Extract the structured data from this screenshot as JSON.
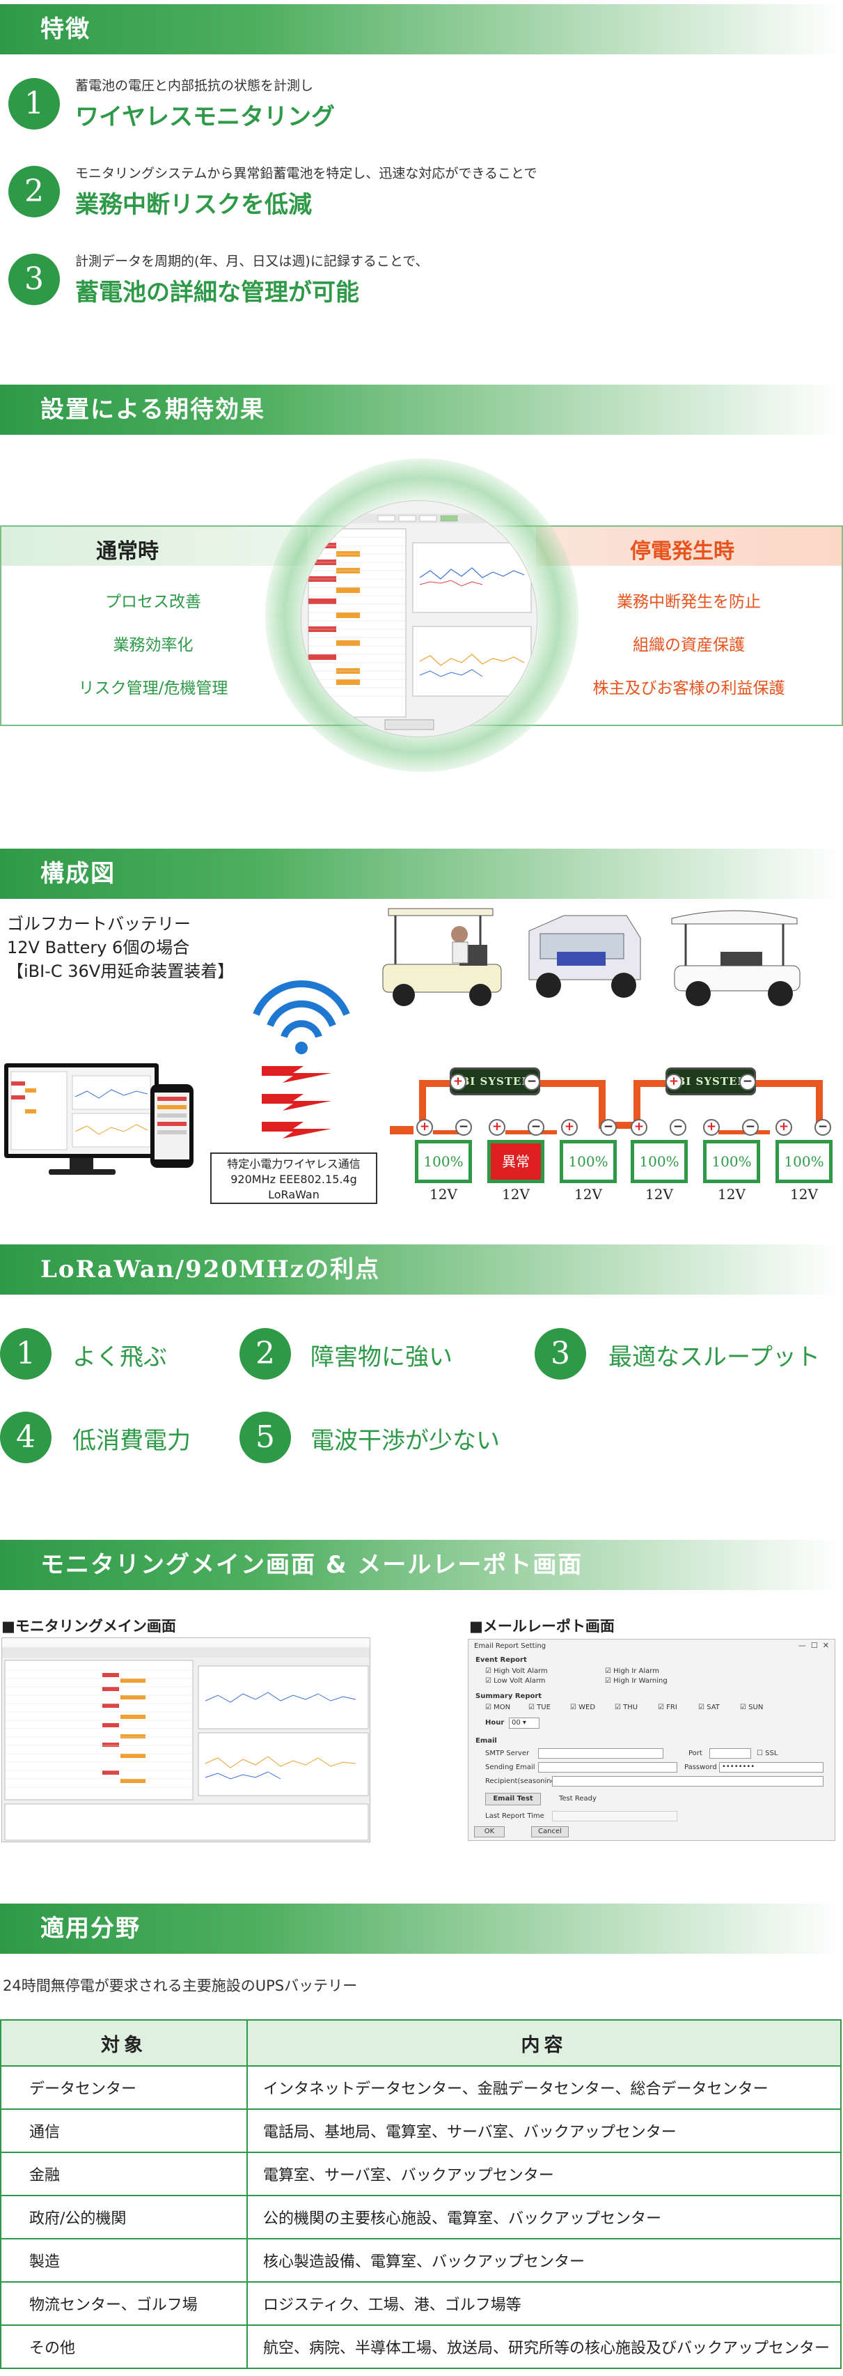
{
  "features": {
    "header": "特徴",
    "items": [
      {
        "num": "1",
        "small": "蓄電池の電圧と内部抵抗の状態を計測し",
        "big": "ワイヤレスモニタリング"
      },
      {
        "num": "2",
        "small": "モニタリングシステムから異常鉛蓄電池を特定し、迅速な対応ができることで",
        "big": "業務中断リスクを低減"
      },
      {
        "num": "3",
        "small": "計測データを周期的(年、月、日又は週)に記録することで、",
        "big": "蓄電池の詳細な管理が可能"
      }
    ]
  },
  "expectation": {
    "header": "設置による期待効果",
    "normal_title": "通常時",
    "normal_items": [
      "プロセス改善",
      "業務効率化",
      "リスク管理/危機管理"
    ],
    "outage_title": "停電発生時",
    "outage_items": [
      "業務中断発生を防止",
      "組織の資産保護",
      "株主及びお客様の利益保護"
    ]
  },
  "composition": {
    "header": "構成図",
    "desc_lines": [
      "ゴルフカートバッテリー",
      "12V Battery 6個の場合",
      "【iBI-C 36V用延命装置装着】"
    ],
    "spec_lines": [
      "特定小電力ワイヤレス通信",
      "920MHz EEE802.15.4g",
      "LoRaWan"
    ],
    "device_label": "iBI SYSTEM",
    "batteries": [
      {
        "status": "100%",
        "voltage": "12V",
        "abnormal": false
      },
      {
        "status": "異常",
        "voltage": "12V",
        "abnormal": true
      },
      {
        "status": "100%",
        "voltage": "12V",
        "abnormal": false
      },
      {
        "status": "100%",
        "voltage": "12V",
        "abnormal": false
      },
      {
        "status": "100%",
        "voltage": "12V",
        "abnormal": false
      },
      {
        "status": "100%",
        "voltage": "12V",
        "abnormal": false
      }
    ],
    "colors": {
      "wire": "#e8571f",
      "ok": "#2e9a48",
      "abnormal": "#e02020"
    }
  },
  "lora": {
    "header": "LoRaWan/920MHzの利点",
    "items": [
      {
        "num": "1",
        "label": "よく飛ぶ"
      },
      {
        "num": "2",
        "label": "障害物に強い"
      },
      {
        "num": "3",
        "label": "最適なスループット"
      },
      {
        "num": "4",
        "label": "低消費電力"
      },
      {
        "num": "5",
        "label": "電波干渉が少ない"
      }
    ]
  },
  "monitoring": {
    "header": "モニタリングメイン画面 & メールレーポト画面",
    "main_label": "■モニタリングメイン画面",
    "mail_label": "■メールレーポト画面",
    "mail_dialog": {
      "title": "Email Report Setting",
      "event_report": "Event Report",
      "high_volt": "High Volt Alarm",
      "low_volt": "Low Volt Alarm",
      "high_ir_alarm": "High Ir Alarm",
      "high_ir_warning": "High Ir Warning",
      "summary_report": "Summary Report",
      "days": [
        "MON",
        "TUE",
        "WED",
        "THU",
        "FRI",
        "SAT",
        "SUN"
      ],
      "hour_label": "Hour",
      "hour_value": "00",
      "email": "Email",
      "smtp_server": "SMTP Server",
      "port": "Port",
      "ssl": "SSL",
      "sending_email": "Sending Email",
      "password": "Password",
      "recipient": "Recipient(seasoning)",
      "email_test": "Email Test",
      "test_ready": "Test Ready",
      "last_report": "Last Report Time",
      "ok": "OK",
      "cancel": "Cancel"
    }
  },
  "application": {
    "header": "適用分野",
    "desc": "24時間無停電が要求される主要施設のUPSバッテリー",
    "col_target": "対象",
    "col_content": "内容",
    "rows": [
      {
        "target": "データセンター",
        "content": "インタネットデータセンター、金融データセンター、総合データセンター"
      },
      {
        "target": "通信",
        "content": "電話局、基地局、電算室、サーバ室、バックアップセンター"
      },
      {
        "target": "金融",
        "content": "電算室、サーバ室、バックアップセンター"
      },
      {
        "target": "政府/公的機関",
        "content": "公的機関の主要核心施設、電算室、バックアップセンター"
      },
      {
        "target": "製造",
        "content": "核心製造設備、電算室、バックアップセンター"
      },
      {
        "target": "物流センター、ゴルフ場",
        "content": "ロジスティク、工場、港、ゴルフ場等"
      },
      {
        "target": "その他",
        "content": "航空、病院、半導体工場、放送局、研究所等の核心施設及びバックアップセンター"
      }
    ]
  }
}
